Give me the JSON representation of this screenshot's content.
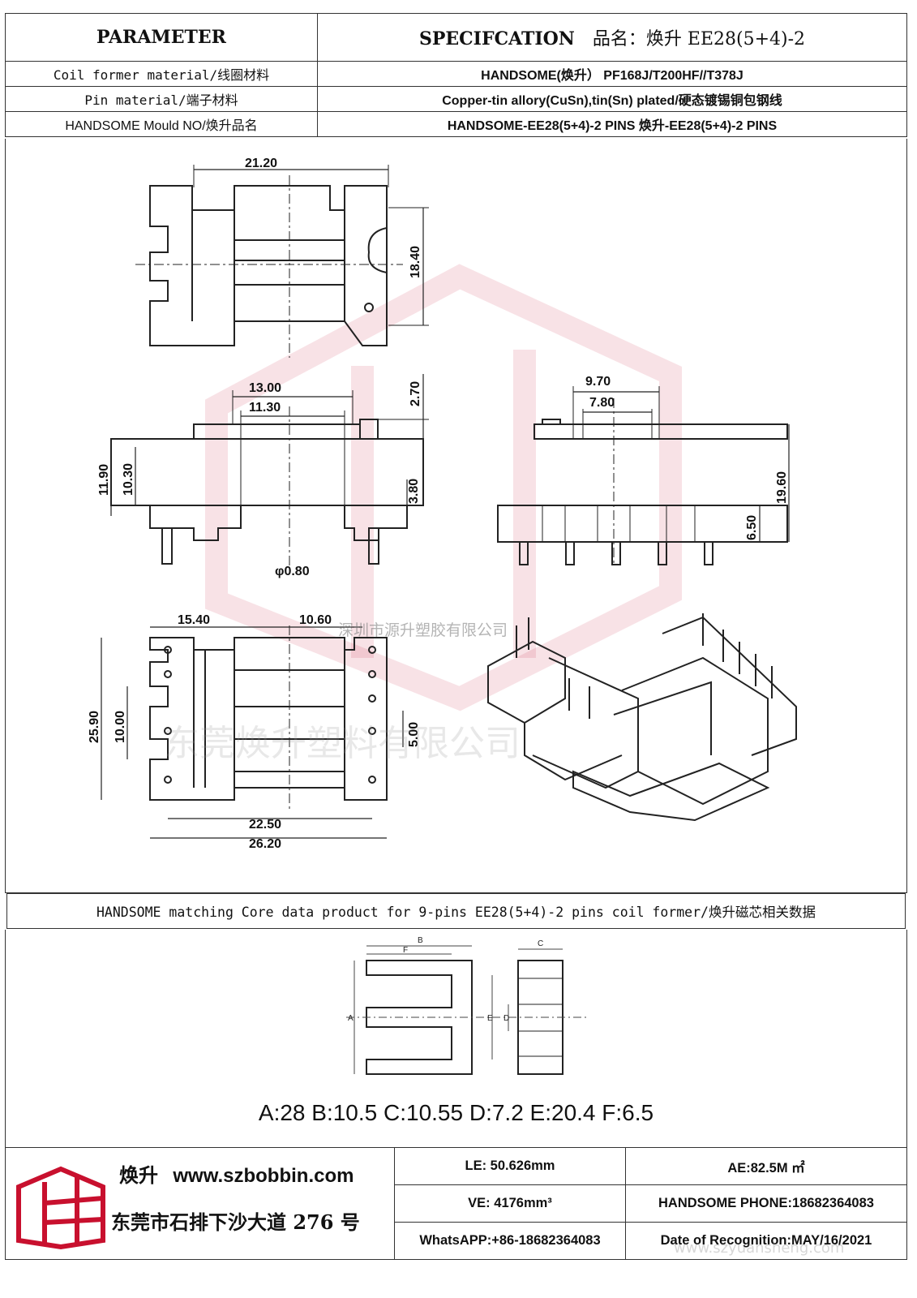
{
  "header": {
    "parameter": "PARAMETER",
    "specification": "SPECIFCATION",
    "product_name": "品名：焕升 EE28(5+4)-2"
  },
  "rows": [
    {
      "label": "Coil former material/线圈材料",
      "value": "HANDSOME(焕升）  PF168J/T200HF//T378J"
    },
    {
      "label": "Pin material/端子材料",
      "value": "Copper-tin allory(CuSn),tin(Sn) plated/硬态镀锡铜包钢线"
    },
    {
      "label": "HANDSOME Mould NO/焕升品名",
      "value": "HANDSOME-EE28(5+4)-2 PINS    焕升-EE28(5+4)-2 PINS"
    }
  ],
  "dimensions": {
    "A": "21.20",
    "B": "18.40",
    "C": "13.00",
    "D": "11.30",
    "E": "11.90",
    "F": "10.30",
    "G": "φ0.80",
    "H": "3.80",
    "I": "2.70",
    "J": "9.70",
    "K": "7.80",
    "L": "19.60",
    "M": "6.50",
    "N": "10.60",
    "O": "15.40",
    "P": "25.90",
    "Q": "10.00",
    "S": "5.00",
    "R": "22.50",
    "T": "26.20"
  },
  "watermarks": {
    "company_small": "深圳市源升塑胶有限公司",
    "company_large": "东莞焕升塑料有限公司",
    "site": "www.szyuansheng.com"
  },
  "core": {
    "title": "HANDSOME matching Core data  product for 9-pins EE28(5+4)-2 pins coil former/焕升磁芯相关数据",
    "dims": "A:28 B:10.5 C:10.55 D:7.2 E:20.4 F:6.5",
    "labels": {
      "a": "A",
      "b": "B",
      "c": "C",
      "d": "D",
      "e": "E",
      "f": "F"
    }
  },
  "footer": {
    "brand_name": "焕升",
    "website": "www.szbobbin.com",
    "address": "东莞市石排下沙大道 276 号",
    "le": "LE: 50.626mm",
    "ae": "AE:82.5M ㎡",
    "ve": "VE: 4176mm³",
    "phone": "HANDSOME PHONE:18682364083",
    "whatsapp": "WhatsAPP:+86-18682364083",
    "date": "Date of Recognition:MAY/16/2021"
  },
  "colors": {
    "logo_red": "#c8102e",
    "line": "#333333"
  }
}
